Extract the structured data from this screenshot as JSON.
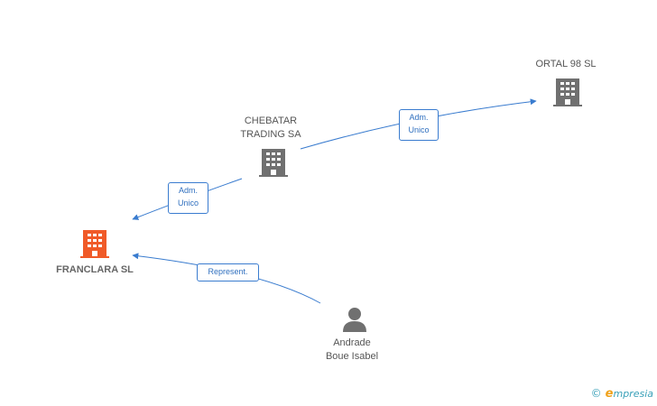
{
  "nodes": [
    {
      "id": "franclara",
      "label_lines": [
        "FRANCLARA SL"
      ],
      "kind": "company",
      "focus": true,
      "color": "#f05a28"
    },
    {
      "id": "chebatar",
      "label_lines": [
        "CHEBATAR",
        "TRADING SA"
      ],
      "kind": "company",
      "focus": false,
      "color": "#707070"
    },
    {
      "id": "ortal",
      "label_lines": [
        "ORTAL 98 SL"
      ],
      "kind": "company",
      "focus": false,
      "color": "#707070"
    },
    {
      "id": "andrade",
      "label_lines": [
        "Andrade",
        "Boue Isabel"
      ],
      "kind": "person",
      "focus": false,
      "color": "#707070"
    }
  ],
  "edges": [
    {
      "from": "chebatar",
      "to": "ortal",
      "label_lines": [
        "Adm.",
        "Unico"
      ]
    },
    {
      "from": "chebatar",
      "to": "franclara",
      "label_lines": [
        "Adm.",
        "Unico"
      ]
    },
    {
      "from": "andrade",
      "to": "franclara",
      "label_lines": [
        "Represent."
      ]
    }
  ],
  "colors": {
    "edge": "#3a7ccf"
  },
  "brand": {
    "copyright": "©",
    "initial": "e",
    "rest": "mpresia"
  }
}
